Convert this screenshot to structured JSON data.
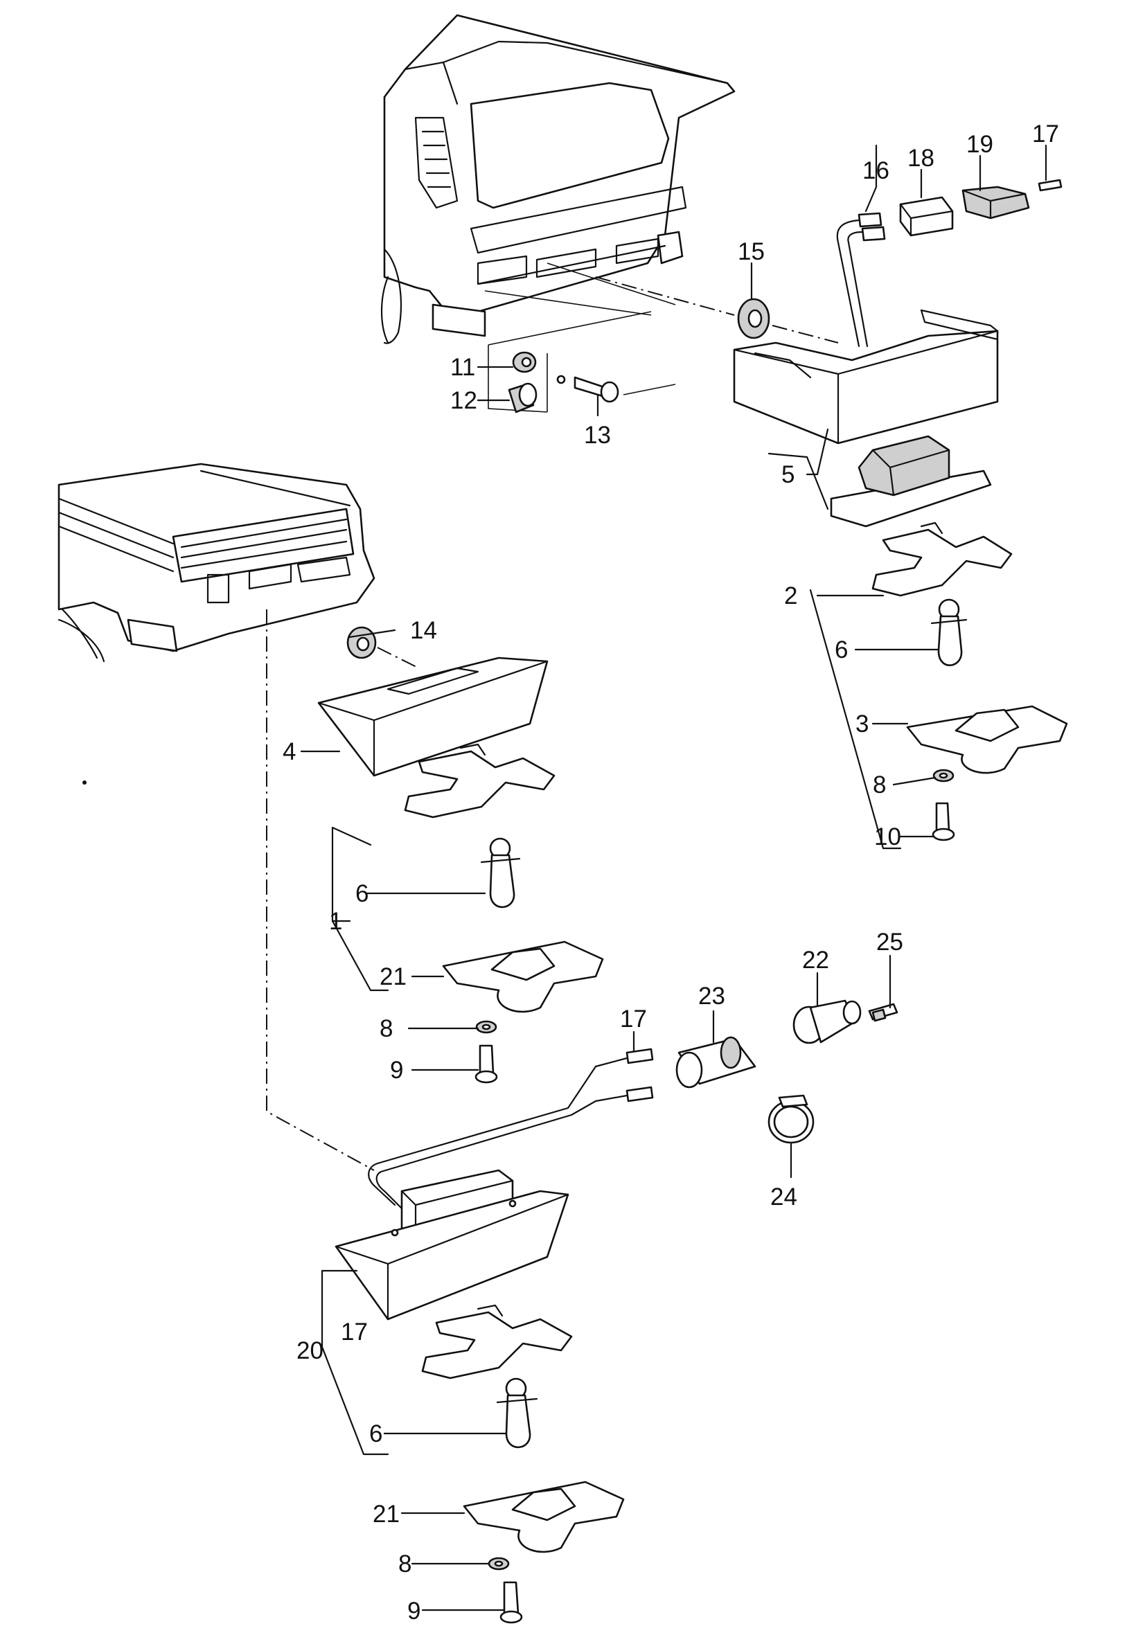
{
  "callouts": {
    "c1": "1",
    "c2": "2",
    "c3": "3",
    "c4": "4",
    "c5": "5",
    "c6a": "6",
    "c6b": "6",
    "c6c": "6",
    "c8a": "8",
    "c8b": "8",
    "c8c": "8",
    "c9a": "9",
    "c9b": "9",
    "c10": "10",
    "c11": "11",
    "c12": "12",
    "c13": "13",
    "c14": "14",
    "c15": "15",
    "c16": "16",
    "c17a": "17",
    "c17b": "17",
    "c17c": "17",
    "c18": "18",
    "c19": "19",
    "c20": "20",
    "c21a": "21",
    "c21b": "21",
    "c22": "22",
    "c23": "23",
    "c24": "24",
    "c25": "25"
  },
  "colors": {
    "ink": "#111111",
    "background": "#ffffff",
    "shade": "#cfcfcf"
  }
}
